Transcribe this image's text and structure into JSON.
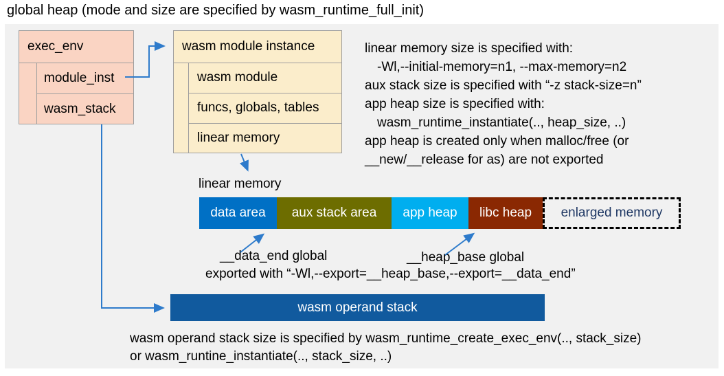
{
  "title": "global heap (mode and size are specified by wasm_runtime_full_init)",
  "exec_env_box": {
    "header": "exec_env",
    "rows": [
      "module_inst",
      "wasm_stack"
    ]
  },
  "module_instance_box": {
    "header": "wasm module instance",
    "rows": [
      "wasm module",
      "funcs, globals, tables",
      "linear memory"
    ]
  },
  "notes": {
    "lines": [
      "linear memory size is specified with:",
      "-Wl,--initial-memory=n1, --max-memory=n2",
      "aux stack size is specified with “-z stack-size=n”",
      "app heap size is specified with:",
      "wasm_runtime_instantiate(.., heap_size, ..)",
      "app heap is created only when malloc/free (or",
      "__new/__release for as) are not exported"
    ]
  },
  "linear_memory": {
    "label": "linear memory",
    "segments": [
      {
        "label": "data area",
        "color": "#0070C5"
      },
      {
        "label": "aux stack area",
        "color": "#6D6D00"
      },
      {
        "label": "app heap",
        "color": "#00AEEF"
      },
      {
        "label": "libc heap",
        "color": "#8A2802"
      },
      {
        "label": "enlarged memory",
        "color": "#F1F1F1",
        "text_color": "#1F3864",
        "border": "dashed"
      }
    ]
  },
  "annotations": {
    "data_end": "__data_end global",
    "heap_base": "__heap_base global",
    "export_line": "exported with “-Wl,--export=__heap_base,--export=__data_end”"
  },
  "operand_stack": {
    "label": "wasm operand stack",
    "note_line1": "wasm operand stack size is specified by wasm_runtime_create_exec_env(.., stack_size)",
    "note_line2": "or wasm_runtine_instantiate(.., stack_size, ..)"
  },
  "colors": {
    "panel_bg": "#F1F1F1",
    "struct_box_salmon": "#FAD4C3",
    "struct_box_cream": "#FBEDCB",
    "struct_border": "#9e9e9e",
    "operand_bar_blue": "#115A9E",
    "arrow_blue": "#2E7BCB",
    "enlarged_text_navy": "#1F3864"
  }
}
